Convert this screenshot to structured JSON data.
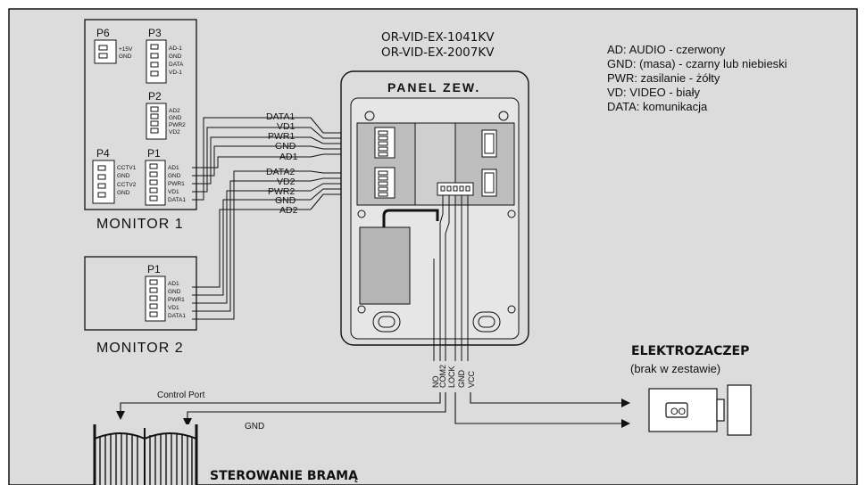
{
  "models": {
    "line1": "OR-VID-EX-1041KV",
    "line2": "OR-VID-EX-2007KV"
  },
  "legend": [
    "AD:   AUDIO - czerwony",
    "GND: (masa) - czarny lub niebieski",
    "PWR:   zasilanie  - żółty",
    "VD:   VIDEO - biały",
    "DATA: komunikacja"
  ],
  "panel": {
    "title": "PANEL ZEW."
  },
  "monitor1": {
    "label": "MONITOR 1",
    "p6": {
      "name": "P6",
      "pins": [
        "+15V",
        "GND"
      ]
    },
    "p3": {
      "name": "P3",
      "pins": [
        "AD-1",
        "GND",
        "DATA",
        "VD-1"
      ]
    },
    "p2": {
      "name": "P2",
      "pins": [
        "AD2",
        "GND",
        "PWR2",
        "VD2"
      ]
    },
    "p4": {
      "name": "P4",
      "pins": [
        "CCTV1",
        "GND",
        "CCTV2",
        "GND"
      ]
    },
    "p1": {
      "name": "P1",
      "pins": [
        "AD1",
        "GND",
        "PWR1",
        "VD1",
        "DATA1"
      ]
    }
  },
  "monitor2": {
    "label": "MONITOR 2",
    "p1": {
      "name": "P1",
      "pins": [
        "AD1",
        "GND",
        "PWR1",
        "VD1",
        "DATA1"
      ]
    }
  },
  "wires_group1": [
    "DATA1",
    "VD1",
    "PWR1",
    "GND",
    "AD1"
  ],
  "wires_group2": [
    "DATA2",
    "VD2",
    "PWR2",
    "GND",
    "AD2"
  ],
  "bottom_terminals": [
    "NO",
    "COM2",
    "LOCK",
    "GND",
    "VCC"
  ],
  "lock": {
    "title": "ELEKTROZACZEP",
    "subtitle": "(brak w zestawie)",
    "symbol": "OO"
  },
  "gate": {
    "title": "STEROWANIE BRAMĄ",
    "control_port": "Control Port",
    "gnd": "GND"
  }
}
